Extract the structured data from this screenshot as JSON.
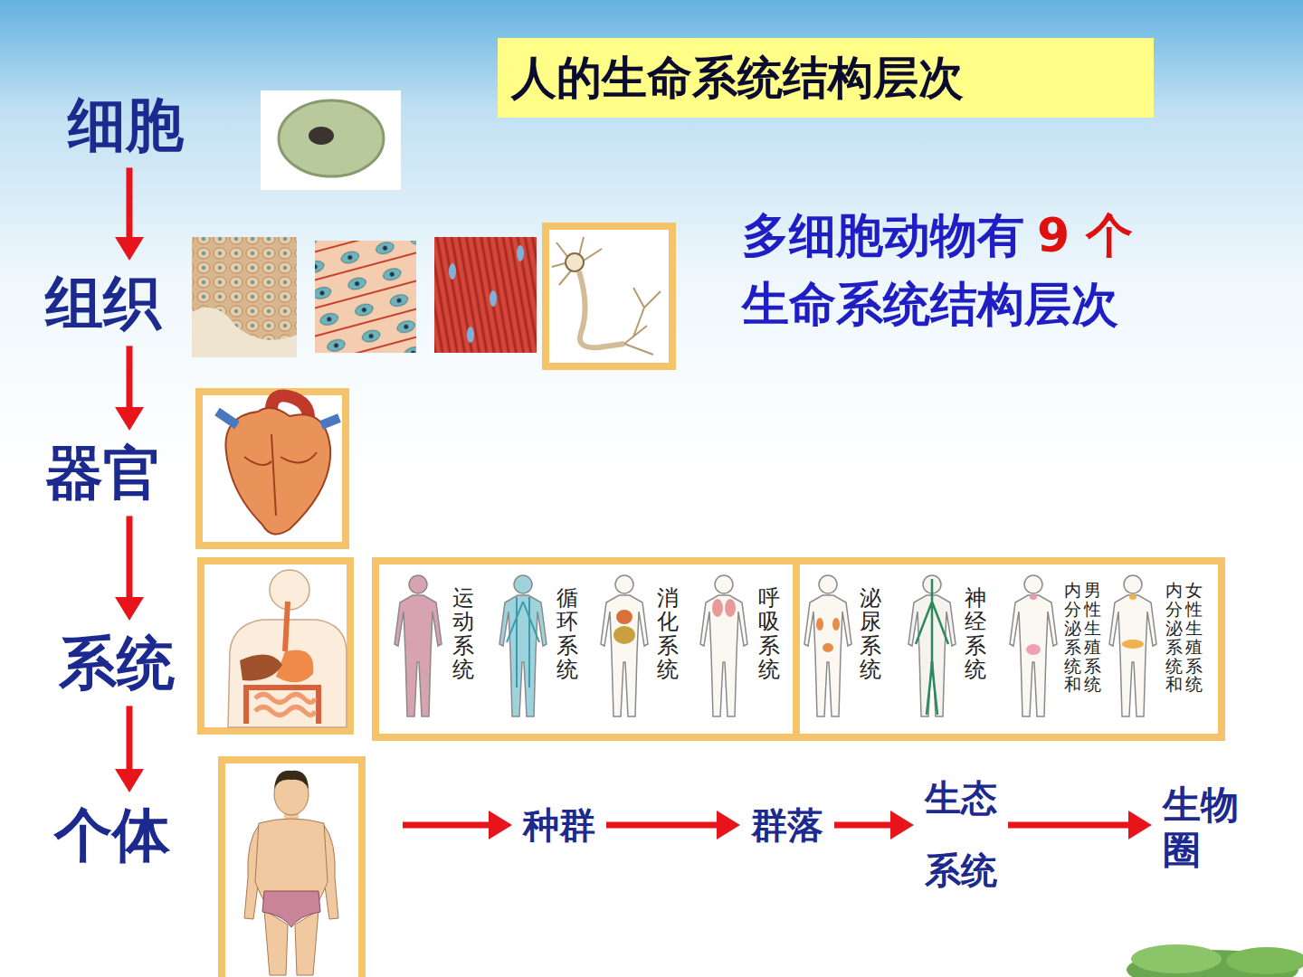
{
  "diagram": {
    "title": "人的生命系统结构层次",
    "nodes": [
      {
        "text": [
          "细胞"
        ]
      },
      {
        "text": [
          "组织"
        ]
      },
      {
        "text": [
          "器官"
        ]
      },
      {
        "text": [
          "系统"
        ]
      },
      {
        "text": [
          "个体"
        ]
      },
      {
        "text": [
          "种群"
        ]
      },
      {
        "text": [
          "群落"
        ]
      },
      {
        "text": [
          "生态系统"
        ]
      },
      {
        "text": [
          "生物圈"
        ]
      }
    ],
    "edges": [
      {
        "from": 0,
        "to": 1,
        "arrow": "to"
      },
      {
        "from": 1,
        "to": 2,
        "arrow": "to"
      },
      {
        "from": 2,
        "to": 3,
        "arrow": "to"
      },
      {
        "from": 3,
        "to": 4,
        "arrow": "to"
      },
      {
        "from": 4,
        "to": 5,
        "arrow": "to"
      },
      {
        "from": 5,
        "to": 6,
        "arrow": "to"
      },
      {
        "from": 6,
        "to": 7,
        "arrow": "to"
      },
      {
        "from": 7,
        "to": 8,
        "arrow": "to"
      }
    ],
    "labels": [
      "多细胞动物有",
      "9 个",
      "生命系统结构层次",
      "运动系统",
      "循环系统",
      "消化系统",
      "呼吸系统",
      "泌尿系统",
      "神经系统",
      "内分泌系统和",
      "男性生殖系统",
      "内分泌系统和",
      "女性生殖系统"
    ]
  }
}
